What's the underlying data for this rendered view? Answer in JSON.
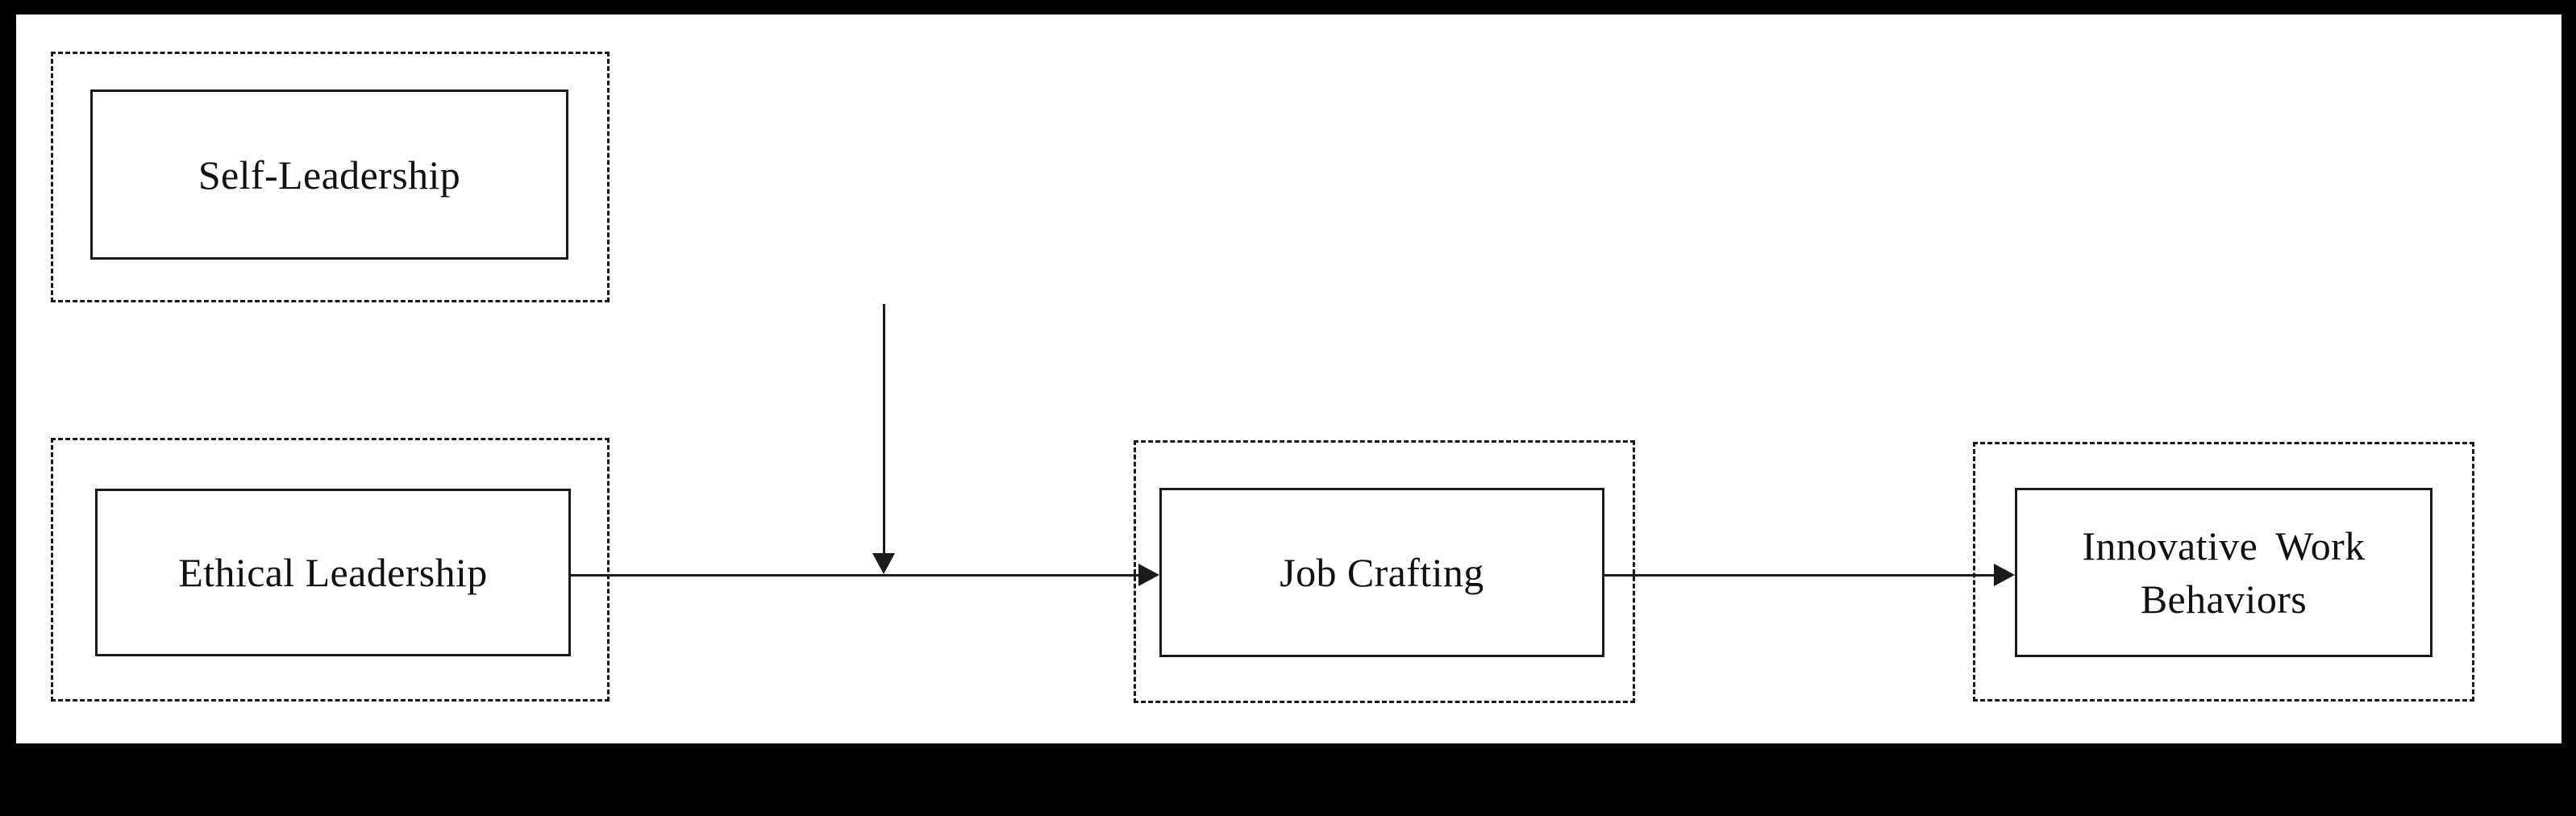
{
  "figure": {
    "type": "conceptual-model-diagram",
    "background_color": "#ffffff",
    "line_color": "#1a1a1a",
    "frame_color": "#000000"
  },
  "nodes": {
    "self_leadership": {
      "label": "Self-Leadership",
      "role": "moderator",
      "border_style": "solid",
      "container_border_style": "dashed"
    },
    "ethical_leadership": {
      "label": "Ethical Leadership",
      "role": "independent-variable",
      "border_style": "solid",
      "container_border_style": "dashed"
    },
    "job_crafting": {
      "label": "Job Crafting",
      "role": "mediator",
      "border_style": "solid",
      "container_border_style": "dashed"
    },
    "innovative_work_behaviors": {
      "label": "Innovative Work\nBehaviors",
      "role": "dependent-variable",
      "border_style": "solid",
      "container_border_style": "dashed"
    }
  },
  "edges": [
    {
      "id": "ethical-to-job",
      "from": "ethical_leadership",
      "to": "job_crafting",
      "orientation": "horizontal",
      "arrowhead": "right"
    },
    {
      "id": "job-to-innovative",
      "from": "job_crafting",
      "to": "innovative_work_behaviors",
      "orientation": "horizontal",
      "arrowhead": "right"
    },
    {
      "id": "self-leadership-moderation",
      "from": "self_leadership",
      "to": "ethical-to-job",
      "orientation": "vertical",
      "arrowhead": "down"
    }
  ]
}
